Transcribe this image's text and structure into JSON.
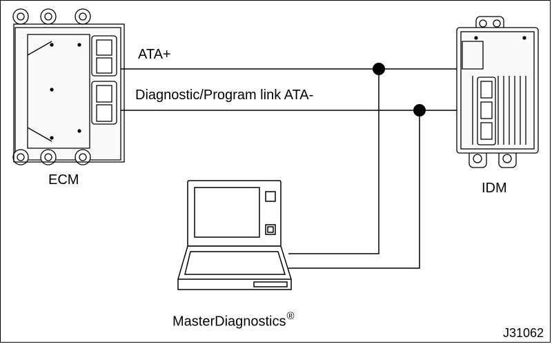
{
  "labels": {
    "ata_plus": "ATA+",
    "ata_minus": "Diagnostic/Program link ATA-",
    "ecm": "ECM",
    "idm": "IDM",
    "laptop": "MasterDiagnostics",
    "registered": "®",
    "figure_id": "J31062"
  }
}
